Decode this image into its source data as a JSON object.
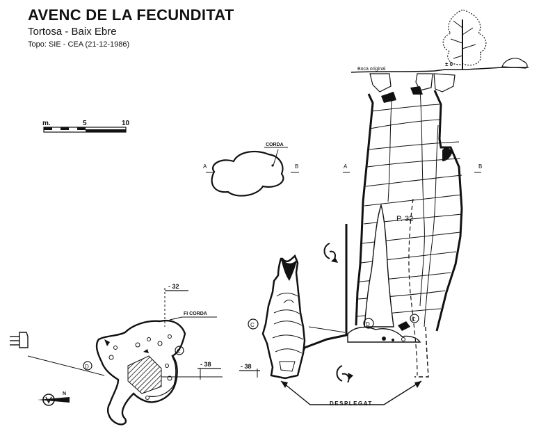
{
  "header": {
    "title": "AVENC DE LA FECUNDITAT",
    "subtitle": "Tortosa - Baix Ebre",
    "credit": "Topo: SIE - CEA  (21-12-1986)"
  },
  "scale": {
    "unit": "m.",
    "mid": "5",
    "max": "10"
  },
  "plan_top": {
    "corda": "CORDA",
    "label_a": "A",
    "label_b": "B"
  },
  "section": {
    "boca": "Boca original",
    "zero": "± 0",
    "pitch": "P. 32",
    "label_a": "A",
    "label_b": "B",
    "depth": "- 38",
    "mark_c": "C",
    "mark_d": "D",
    "desplegat": "DESPLEGAT"
  },
  "plan_bottom": {
    "depth_top": "- 32",
    "fi_corda": "FI CORDA",
    "depth_bottom": "- 38",
    "mark_c": "C",
    "mark_d": "D",
    "north": "N"
  },
  "colors": {
    "ink": "#111111",
    "paper": "#ffffff"
  }
}
